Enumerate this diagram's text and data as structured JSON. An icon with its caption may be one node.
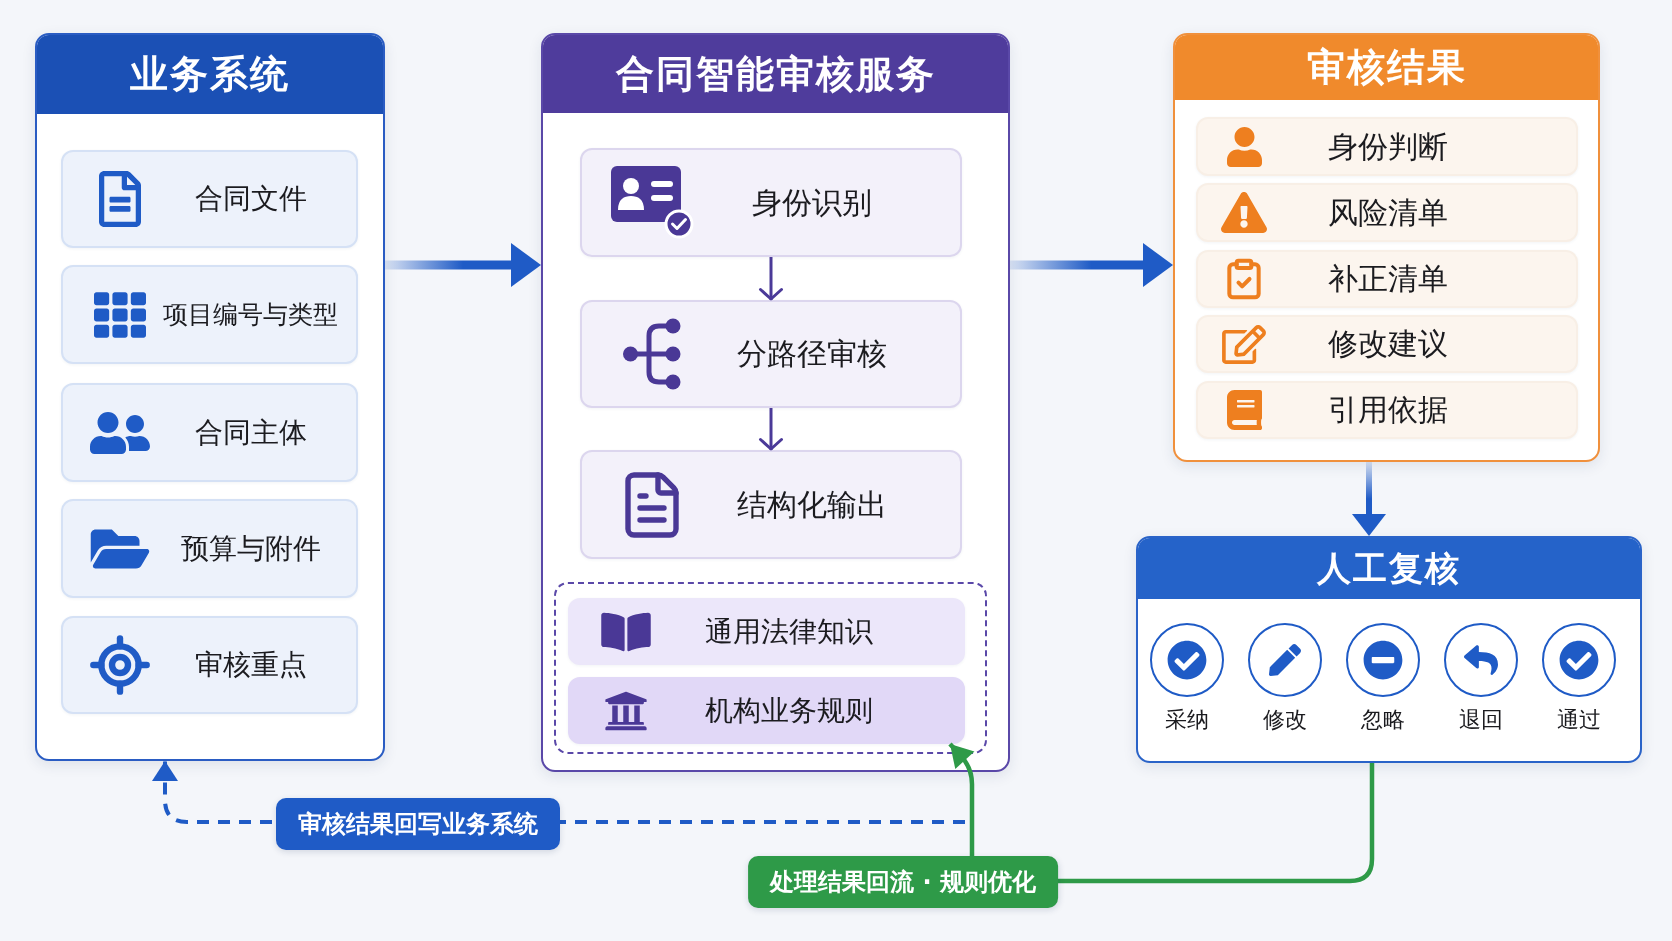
{
  "diagram": {
    "nodes": [
      {
        "text": [
          "业务系统"
        ]
      },
      {
        "text": [
          "合同文件"
        ],
        "in": 0
      },
      {
        "text": [
          "项目编号与类型"
        ],
        "in": 0
      },
      {
        "text": [
          "合同主体"
        ],
        "in": 0
      },
      {
        "text": [
          "预算与附件"
        ],
        "in": 0
      },
      {
        "text": [
          "审核重点"
        ],
        "in": 0
      },
      {
        "text": [
          "合同智能审核服务"
        ]
      },
      {
        "text": [
          "身份识别"
        ],
        "in": 6
      },
      {
        "text": [
          "分路径审核"
        ],
        "in": 6
      },
      {
        "text": [
          "结构化输出"
        ],
        "in": 6
      },
      {
        "text": [],
        "shape": "box",
        "in": 6
      },
      {
        "text": [
          "通用法律知识"
        ],
        "in": 10
      },
      {
        "text": [
          "机构业务规则"
        ],
        "in": 10
      },
      {
        "text": [
          "审核结果"
        ]
      },
      {
        "text": [
          "身份判断"
        ],
        "in": 13
      },
      {
        "text": [
          "风险清单"
        ],
        "in": 13
      },
      {
        "text": [
          "补正清单"
        ],
        "in": 13
      },
      {
        "text": [
          "修改建议"
        ],
        "in": 13
      },
      {
        "text": [
          "引用依据"
        ],
        "in": 13
      },
      {
        "text": [
          "人工复核",
          "采纳",
          "修改",
          "忽略",
          "退回",
          "通过"
        ]
      }
    ],
    "edges": [
      {
        "from": 0,
        "to": 6,
        "arrow": "to",
        "style": "thick"
      },
      {
        "from": 6,
        "to": 13,
        "arrow": "to",
        "style": "thick"
      },
      {
        "from": 7,
        "to": 8,
        "arrow": "to",
        "color": "#4b3a98"
      },
      {
        "from": 8,
        "to": 9,
        "arrow": "to",
        "color": "#4b3a98"
      },
      {
        "from": 13,
        "to": 19,
        "arrow": "to",
        "style": "thick"
      },
      {
        "from": 19,
        "to": 12,
        "arrow": "to",
        "label": "处理结果回流 · 规则优化",
        "color": "#2e9a48"
      },
      {
        "from": null,
        "to": 0,
        "arrow": "to",
        "label": "审核结果回写业务系统",
        "style": "dashed"
      }
    ]
  }
}
